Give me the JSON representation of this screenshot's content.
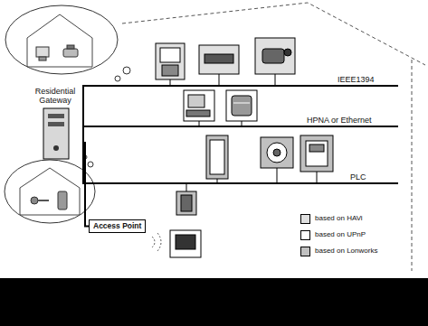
{
  "diagram": {
    "nodes": [
      {
        "text": [
          "Residential Gateway"
        ]
      },
      {
        "text": [
          "Access Point"
        ]
      }
    ],
    "edges": [
      {
        "from": 0,
        "to": 1,
        "arrow": "none"
      }
    ],
    "labels": [
      "IEEE1394",
      "HPNA or Ethernet",
      "PLC"
    ],
    "legend": [
      {
        "text": "based on HAVi",
        "color": "#e0e0e0"
      },
      {
        "text": "based on UPnP",
        "color": "#ffffff"
      },
      {
        "text": "based on Lonworks",
        "color": "#c0c0c0"
      }
    ]
  }
}
